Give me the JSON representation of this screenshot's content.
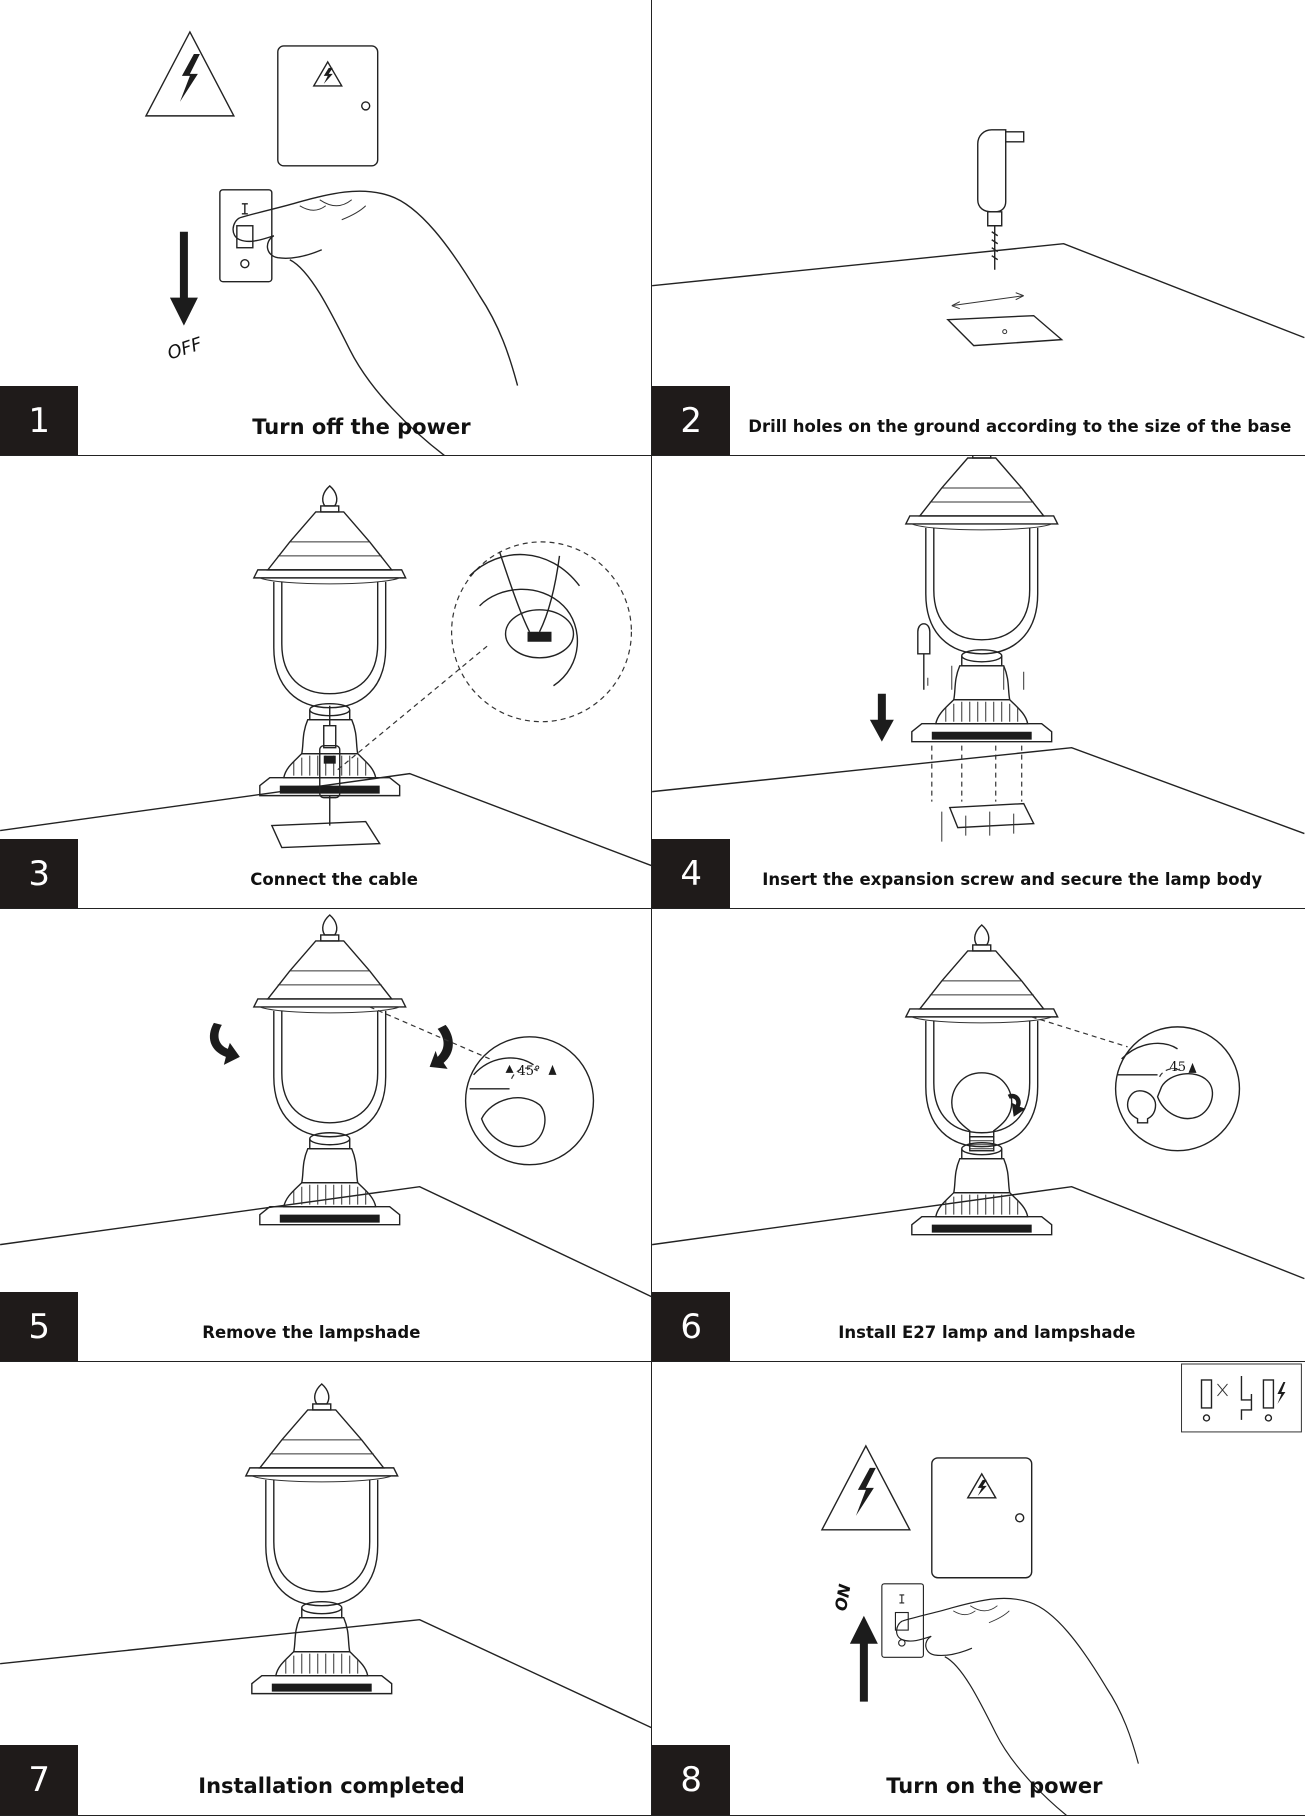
{
  "steps": [
    {
      "number": "1",
      "caption": "Turn off the power",
      "switch_label": "OFF"
    },
    {
      "number": "2",
      "caption": "Drill holes on the ground according to the size of the base"
    },
    {
      "number": "3",
      "caption": "Connect the cable"
    },
    {
      "number": "4",
      "caption": "Insert the expansion screw and secure the lamp body"
    },
    {
      "number": "5",
      "caption": "Remove the lampshade",
      "angle_label": "45°"
    },
    {
      "number": "6",
      "caption": "Install E27 lamp and lampshade",
      "angle_label": "45"
    },
    {
      "number": "7",
      "caption": "Installation completed"
    },
    {
      "number": "8",
      "caption": "Turn on the power",
      "switch_label": "ON"
    }
  ]
}
